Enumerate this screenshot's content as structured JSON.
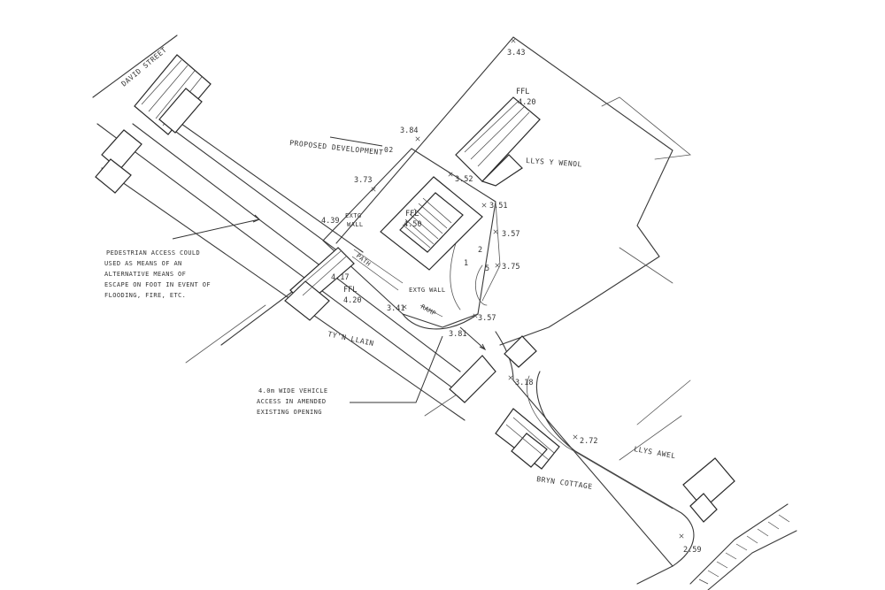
{
  "labels": {
    "street": "DAVID STREET",
    "proposed": "PROPOSED DEVELOPMENT",
    "plot_no": "02",
    "llys_y_wennol": "LLYS Y WENOL",
    "tyn_llain": "TY'N LLAIN",
    "llys_awel": "LLYS AWEL",
    "bryn_cottage": "BRYN COTTAGE",
    "pedestrian_note": [
      "PEDESTRIAN ACCESS COULD",
      "USED AS MEANS OF AN",
      "ALTERNATIVE MEANS OF",
      "ESCAPE ON FOOT IN EVENT OF",
      "FLOODING, FIRE, ETC."
    ],
    "vehicle_note": [
      "4.0m WIDE VEHICLE",
      "ACCESS IN AMENDED",
      "EXISTING OPENING"
    ],
    "exit_1": [
      "EXTG",
      "WALL"
    ],
    "exit_2": "EXTG WALL",
    "ffl_main": [
      "FFL",
      "4.50"
    ],
    "ffl_north": [
      "FFL",
      "4.20"
    ],
    "ffl_tyn": [
      "FFL",
      "4.20"
    ],
    "path_label": "PATH",
    "ramp_label": "RAMP"
  },
  "levels": {
    "l343": "3.43",
    "l384": "3.84",
    "l373": "3.73",
    "l352": "3.52",
    "l351": "3.51",
    "l357a": "3.57",
    "l339": "4.39",
    "l375": "3.75",
    "l417": "4.17",
    "l341": "3.41",
    "l357b": "3.57",
    "l381": "3.81",
    "l318": "3.18",
    "l272": "2.72",
    "l259": "2.59",
    "l2": "2",
    "l1": "1",
    "l5": "5"
  }
}
